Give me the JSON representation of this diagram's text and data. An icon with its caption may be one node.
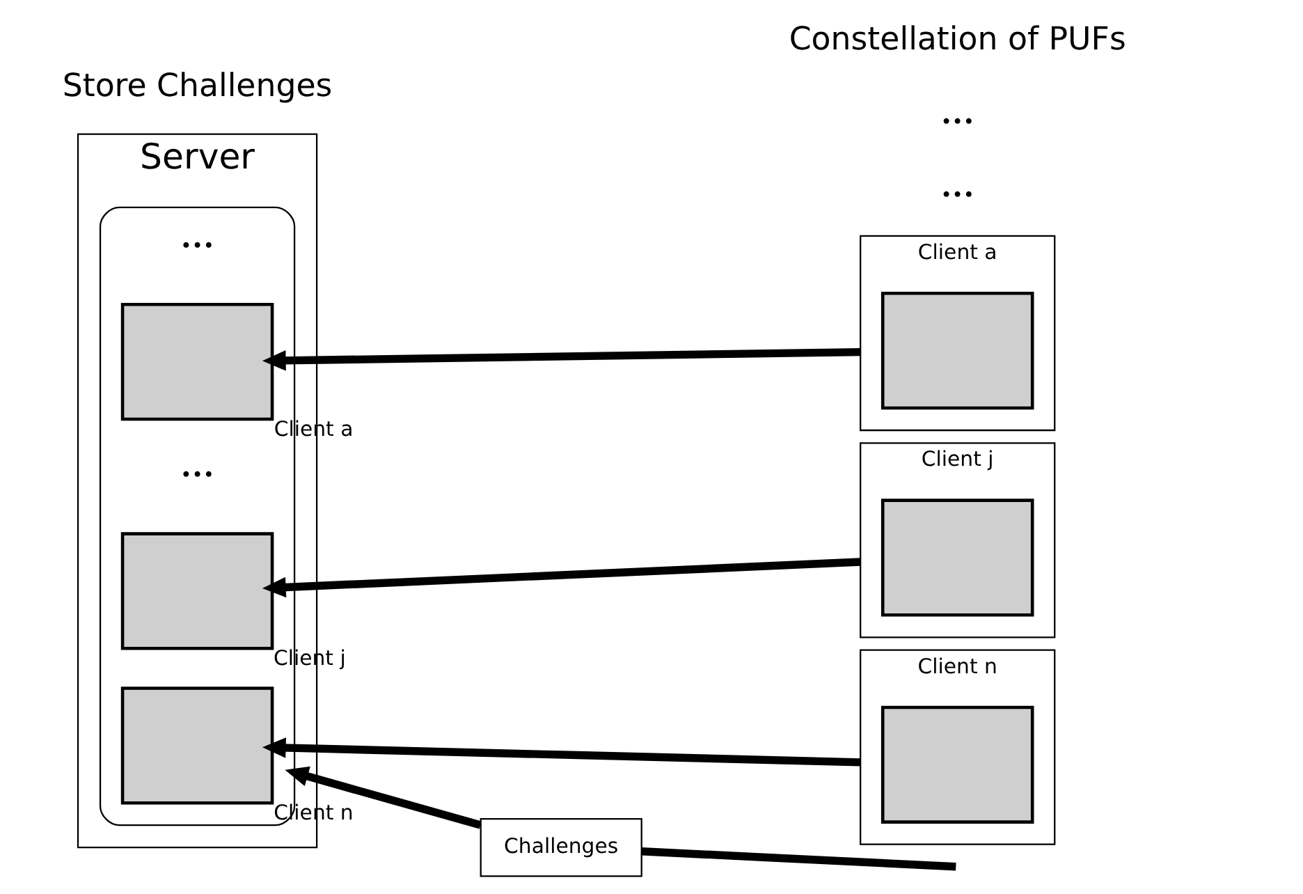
{
  "diagram": {
    "nodes": [
      {
        "text": [
          "Server"
        ]
      },
      {
        "text": [],
        "shape": "box",
        "in": 0
      },
      {
        "text": [],
        "shape": "box",
        "beside": [
          "Client a"
        ],
        "in": 1
      },
      {
        "text": [],
        "shape": "box",
        "beside": [
          "Client j"
        ],
        "in": 1
      },
      {
        "text": [],
        "shape": "box",
        "beside": [
          "Client n"
        ],
        "in": 1
      },
      {
        "text": [
          "Client a"
        ]
      },
      {
        "text": [],
        "shape": "box",
        "in": 5
      },
      {
        "text": [
          "Client j"
        ]
      },
      {
        "text": [],
        "shape": "box",
        "in": 7
      },
      {
        "text": [
          "Client n"
        ]
      },
      {
        "text": [],
        "shape": "box",
        "in": 9
      },
      {
        "text": [
          "Challenges"
        ]
      }
    ],
    "edges": [
      {
        "from": 5,
        "to": 2,
        "arrow": "to"
      },
      {
        "from": 7,
        "to": 3,
        "arrow": "to"
      },
      {
        "from": null,
        "to": 11,
        "arrow": "none"
      },
      {
        "from": 11,
        "to": 1,
        "arrow": "to"
      },
      {
        "from": 9,
        "to": 4,
        "arrow": "to"
      }
    ],
    "labels": [
      "•••",
      "•••",
      "•••",
      "•••",
      "Store Challenges",
      "Constellation of PUFs"
    ]
  }
}
